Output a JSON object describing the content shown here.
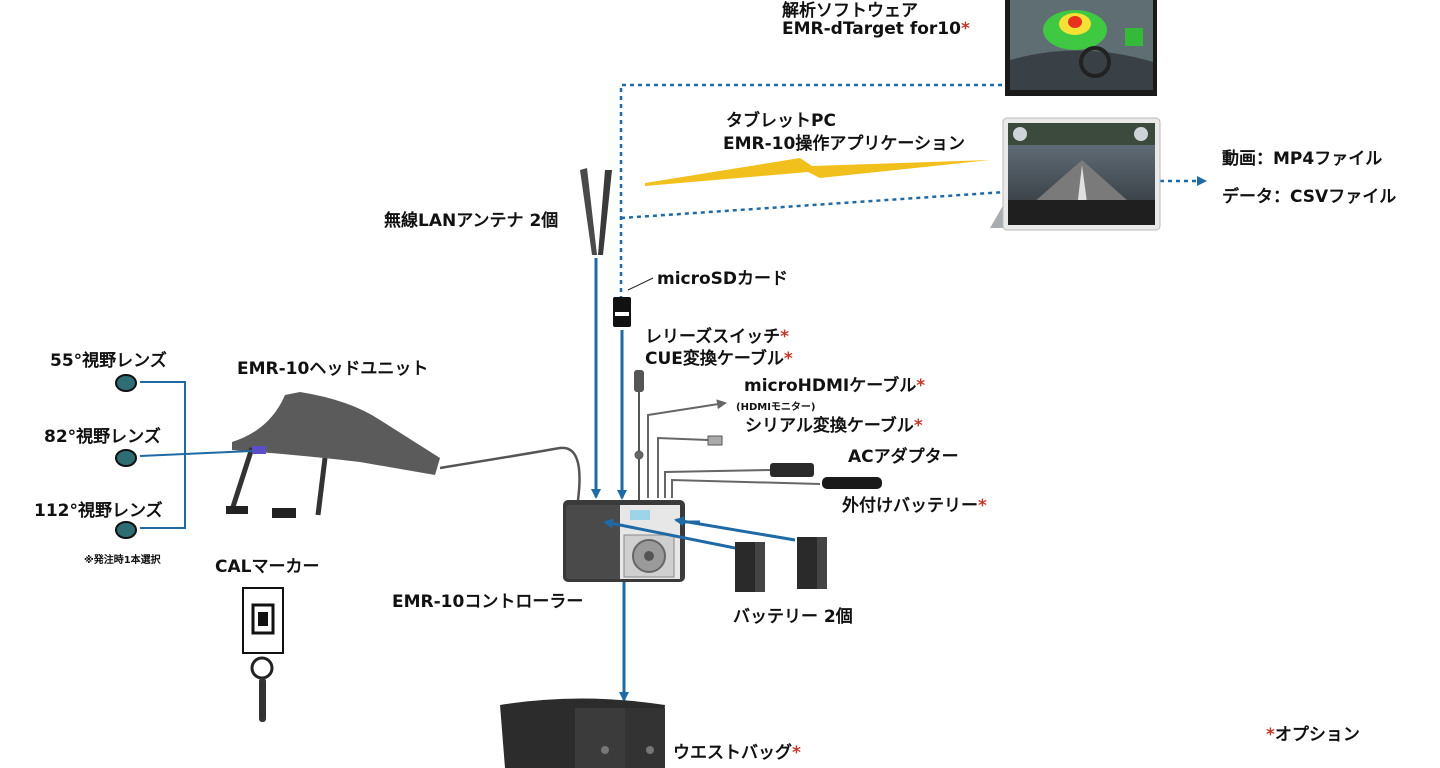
{
  "software": {
    "line1": "解析ソフトウェア",
    "line2": "EMR-dTarget for10",
    "asterisk": "*"
  },
  "tablet": {
    "line1": "タブレットPC",
    "line2": "EMR-10操作アプリケーション"
  },
  "outputs": {
    "video": "動画：MP4ファイル",
    "data": "データ：CSVファイル"
  },
  "antenna": {
    "label": "無線LANアンテナ 2個"
  },
  "microsd": {
    "label": "microSDカード"
  },
  "release": {
    "line1": "レリーズスイッチ",
    "line2": "CUE変換ケーブル",
    "asterisk": "*"
  },
  "micro_hdmi": {
    "label": "microHDMIケーブル",
    "sub": "(HDMIモニター)",
    "asterisk": "*"
  },
  "serial": {
    "label": "シリアル変換ケーブル",
    "asterisk": "*"
  },
  "ac_adapter": {
    "label": "ACアダプター"
  },
  "ext_battery": {
    "label": "外付けバッテリー",
    "asterisk": "*"
  },
  "lenses": {
    "l55": "55°視野レンズ",
    "l82": "82°視野レンズ",
    "l112": "112°視野レンズ",
    "note": "※発注時1本選択"
  },
  "head_unit": {
    "label": "EMR-10ヘッドユニット"
  },
  "cal_marker": {
    "label": "CALマーカー"
  },
  "controller": {
    "label": "EMR-10コントローラー"
  },
  "batteries": {
    "label": "バッテリー 2個"
  },
  "waist_bag": {
    "label": "ウエストバッグ",
    "asterisk": "*"
  },
  "option_legend": {
    "asterisk": "*",
    "label": "オプション"
  },
  "colors": {
    "arrow_blue": "#1f6aa5",
    "wireless": "#f2c01c",
    "asterisk": "#c0392b"
  }
}
